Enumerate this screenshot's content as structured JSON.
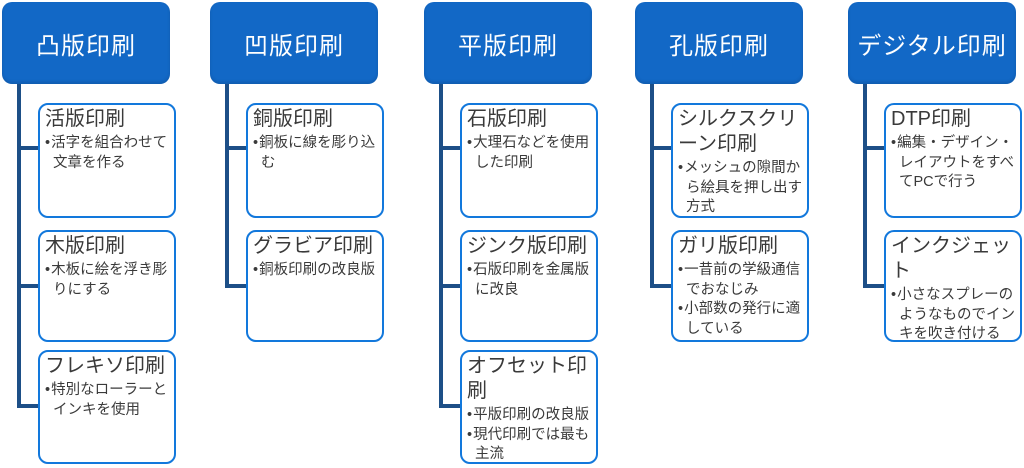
{
  "colors": {
    "header_fill": "#1268c6",
    "header_text": "#ffffff",
    "child_border": "#1278dc",
    "child_fill": "#ffffff",
    "connector": "#1d4f87",
    "body_text": "#3a3a3a"
  },
  "columns": [
    {
      "title": "凸版印刷",
      "children": [
        {
          "title": "活版印刷",
          "bullets": [
            "活字を組合わせて文章を作る"
          ]
        },
        {
          "title": "木版印刷",
          "bullets": [
            "木板に絵を浮き彫りにする"
          ]
        },
        {
          "title": "フレキソ印刷",
          "bullets": [
            "特別なローラーとインキを使用"
          ]
        }
      ]
    },
    {
      "title": "凹版印刷",
      "children": [
        {
          "title": "銅版印刷",
          "bullets": [
            "銅板に線を彫り込む"
          ]
        },
        {
          "title": "グラビア印刷",
          "bullets": [
            "銅板印刷の改良版"
          ]
        }
      ]
    },
    {
      "title": "平版印刷",
      "children": [
        {
          "title": "石版印刷",
          "bullets": [
            "大理石などを使用した印刷"
          ]
        },
        {
          "title": "ジンク版印刷",
          "bullets": [
            "石版印刷を金属版に改良"
          ]
        },
        {
          "title": "オフセット印刷",
          "bullets": [
            "平版印刷の改良版",
            "現代印刷では最も主流"
          ]
        }
      ]
    },
    {
      "title": "孔版印刷",
      "children": [
        {
          "title": "シルクスクリーン印刷",
          "bullets": [
            "メッシュの隙間から絵具を押し出す方式"
          ]
        },
        {
          "title": "ガリ版印刷",
          "bullets": [
            "一昔前の学級通信でおなじみ",
            "小部数の発行に適している"
          ]
        }
      ]
    },
    {
      "title": "デジタル印刷",
      "children": [
        {
          "title": "DTP印刷",
          "bullets": [
            "編集・デザイン・レイアウトをすべてPCで行う"
          ]
        },
        {
          "title": "インクジェット",
          "bullets": [
            "小さなスプレーのようなものでインキを吹き付ける"
          ]
        }
      ]
    }
  ]
}
